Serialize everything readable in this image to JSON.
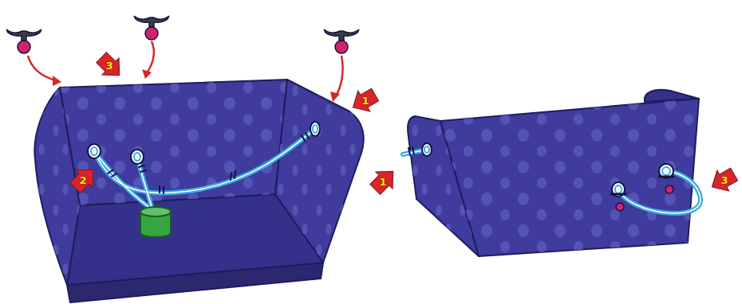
{
  "diagram": {
    "labels": [
      "3",
      "1",
      "2",
      "1",
      "3"
    ]
  }
}
